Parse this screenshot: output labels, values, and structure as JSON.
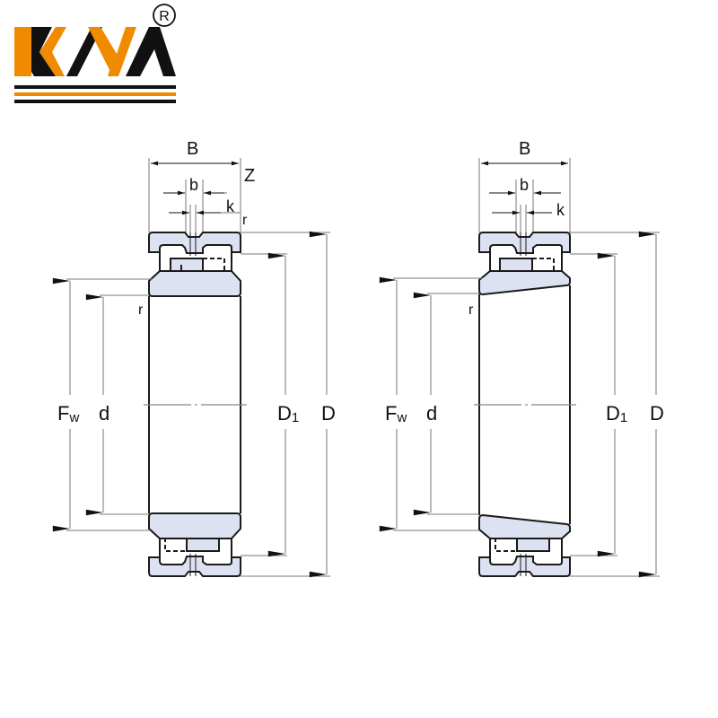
{
  "logo": {
    "brand": "KYA",
    "registered_mark": "R",
    "colors": {
      "orange": "#F08A00",
      "black": "#111111"
    }
  },
  "drawing": {
    "colors": {
      "ring_fill": "#DDE2F2",
      "outline": "#1a1a1a",
      "dim_line": "#777777",
      "center_line": "#888888"
    },
    "left_view": {
      "labels": {
        "B": "B",
        "Z": "Z",
        "b": "b",
        "k": "k",
        "r_top": "r",
        "r_bore": "r",
        "Fw": "F",
        "Fw_sub": "w",
        "d": "d",
        "D1": "D",
        "D1_sub": "1",
        "D": "D"
      }
    },
    "right_view": {
      "labels": {
        "B": "B",
        "b": "b",
        "k": "k",
        "r_bore": "r",
        "Fw": "F",
        "Fw_sub": "w",
        "d": "d",
        "D1": "D",
        "D1_sub": "1",
        "D": "D"
      }
    }
  }
}
